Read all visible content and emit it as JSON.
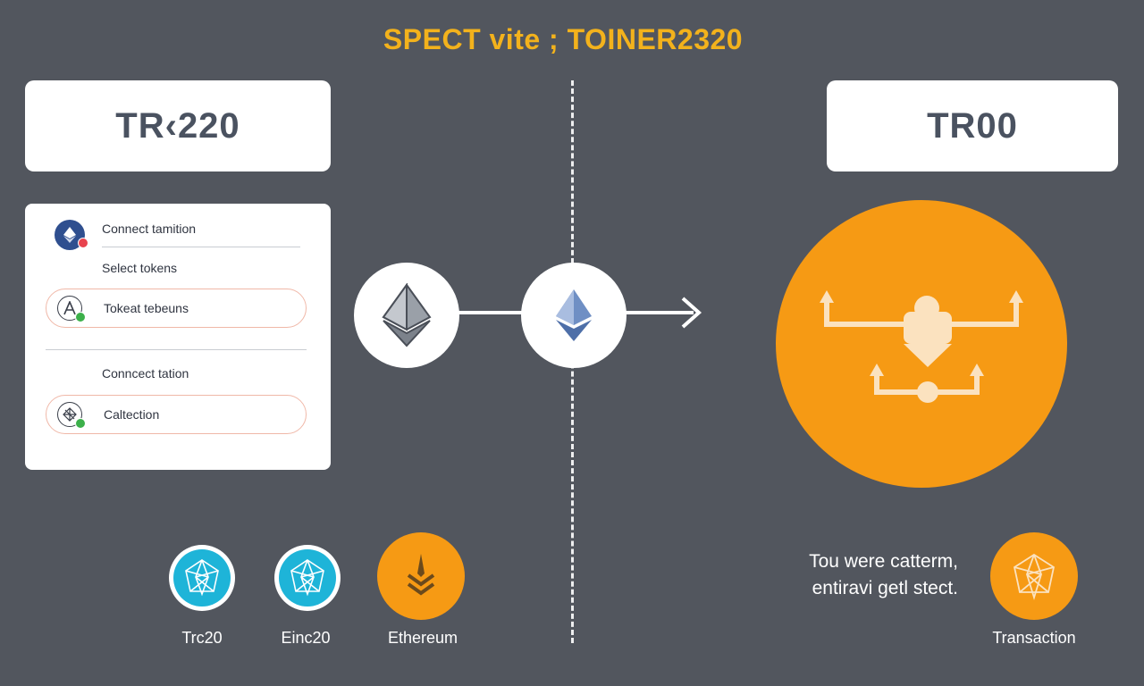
{
  "header": {
    "title": "SPECT vite ; TOINER2320"
  },
  "left_card": {
    "label": "TR‹220"
  },
  "right_card": {
    "label": "TR00"
  },
  "steps": {
    "step1": "Connect tamition",
    "step2": "Select tokens",
    "option1": "Tokeat tebeuns",
    "step3": "Conncect tation",
    "option2": "Caltection"
  },
  "tokens": [
    {
      "label": "Trc20",
      "icon": "crystal-icon"
    },
    {
      "label": "Einc20",
      "icon": "crystal-icon"
    },
    {
      "label": "Ethereum",
      "icon": "ethereum-icon"
    }
  ],
  "note": {
    "line1": "Tou were catterm,",
    "line2": "entiravi getl stect."
  },
  "transaction": {
    "label": "Transaction",
    "icon": "crystal-icon"
  },
  "colors": {
    "background": "#52565e",
    "accent_orange": "#f69a14",
    "title_yellow": "#f3b21c",
    "token_cyan": "#1eb4d8"
  }
}
